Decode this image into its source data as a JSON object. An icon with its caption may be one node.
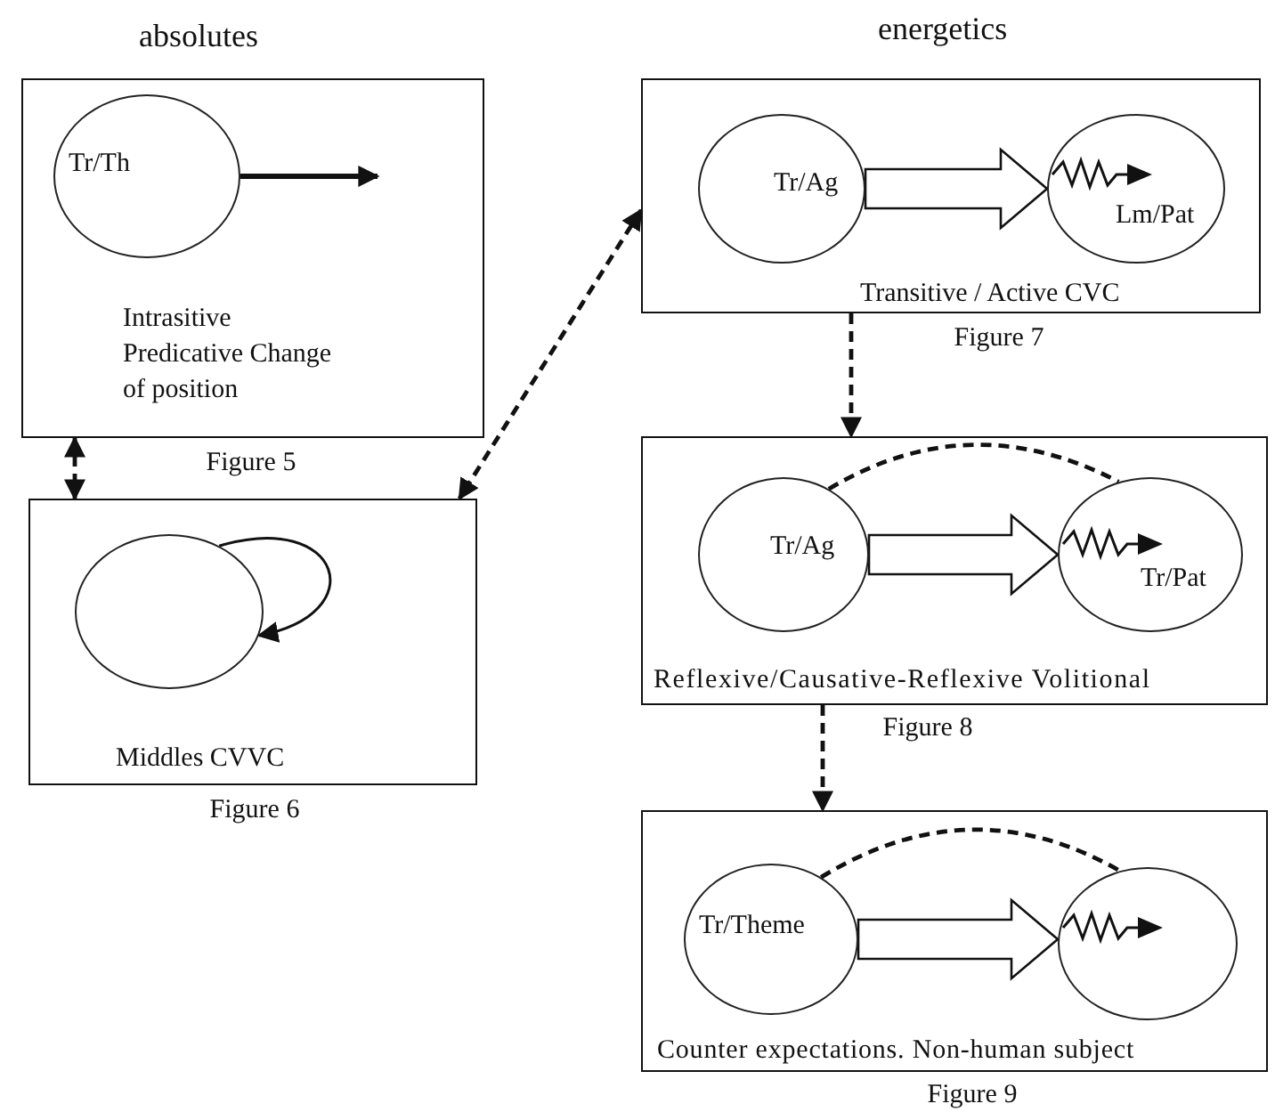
{
  "diagram": {
    "nodes": [
      {
        "text": [
          "Intrasitive Predicative Change of position"
        ],
        "beside": [
          "Figure 5"
        ]
      },
      {
        "text": [
          "Tr/Th"
        ],
        "in": 0
      },
      {
        "text": [
          "Middles CVVC"
        ],
        "beside": [
          "Figure 6"
        ]
      },
      {
        "text": [],
        "shape": "circle",
        "in": 2
      },
      {
        "text": [
          "Transitive / Active CVC"
        ],
        "beside": [
          "Figure 7"
        ]
      },
      {
        "text": [
          "Tr/Ag"
        ],
        "in": 4
      },
      {
        "text": [
          "Lm/Pat"
        ],
        "in": 4
      },
      {
        "text": [
          "Reflexive/Causative-Reflexive Volitional"
        ],
        "beside": [
          "Figure 8"
        ]
      },
      {
        "text": [
          "Tr/Ag"
        ],
        "in": 7
      },
      {
        "text": [
          "Tr/Pat"
        ],
        "in": 7
      },
      {
        "text": [
          "Counter expectations. Non-human subject"
        ],
        "beside": [
          "Figure 9"
        ]
      },
      {
        "text": [
          "Tr/Theme"
        ],
        "in": 10
      },
      {
        "text": [],
        "shape": "circle",
        "in": 10
      }
    ],
    "edges": [
      {
        "from": 1,
        "to": null,
        "arrow": "to"
      },
      {
        "from": 0,
        "to": 2,
        "arrow": "both",
        "style": "dashed"
      },
      {
        "from": 4,
        "to": 2,
        "arrow": "both",
        "style": "dashed"
      },
      {
        "from": 4,
        "to": 7,
        "arrow": "to",
        "style": "dashed"
      },
      {
        "from": 7,
        "to": 10,
        "arrow": "to",
        "style": "dashed"
      },
      {
        "from": 3,
        "to": 3,
        "arrow": "to"
      },
      {
        "from": 5,
        "to": 6,
        "arrow": "to",
        "style": "thick"
      },
      {
        "from": 8,
        "to": 9,
        "arrow": "to",
        "style": "thick"
      },
      {
        "from": 8,
        "to": 9,
        "arrow": "none",
        "style": "dashed"
      },
      {
        "from": 11,
        "to": 12,
        "arrow": "to",
        "style": "thick"
      },
      {
        "from": 11,
        "to": 12,
        "arrow": "none",
        "style": "dashed"
      }
    ],
    "labels": [
      "absolutes",
      "energetics"
    ]
  }
}
